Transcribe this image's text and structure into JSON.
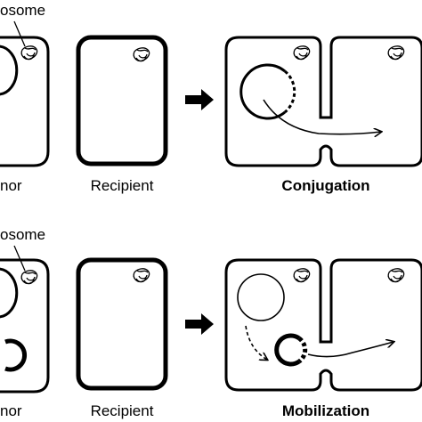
{
  "top_panel": {
    "chromosome_label": "osome",
    "donor_label": "nor",
    "recipient_label": "Recipient",
    "process_label": "Conjugation"
  },
  "bottom_panel": {
    "chromosome_label": "osome",
    "donor_label": "nor",
    "recipient_label": "Recipient",
    "process_label": "Mobilization"
  },
  "colors": {
    "stroke": "#000000",
    "background": "#ffffff"
  }
}
